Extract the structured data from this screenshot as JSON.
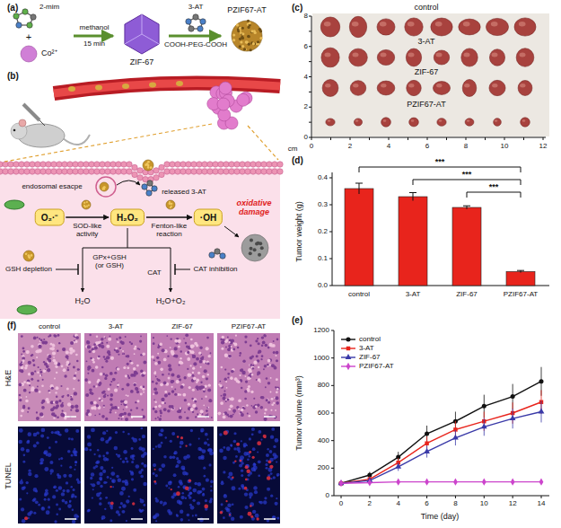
{
  "diagram": {
    "nodes": [
      {
        "text": [
          "O₂·⁻"
        ]
      },
      {
        "text": [
          "H₂O₂"
        ]
      },
      {
        "text": [
          "·OH"
        ]
      }
    ],
    "edges": [
      {
        "from": 0,
        "to": 1,
        "label": "SOD-like activity",
        "arrow": "to"
      },
      {
        "from": 1,
        "to": 2,
        "label": "Fenton-like reaction",
        "arrow": "to"
      }
    ],
    "labels": [
      "(a)",
      "2-mim",
      "+",
      "Co²⁺",
      "methanol",
      "15 min",
      "ZIF-67",
      "3-AT",
      "COOH-PEG-COOH",
      "PZIF67-AT",
      "(b)",
      "endosomal esacpe",
      "released 3-AT",
      "oxidative damage",
      "GSH depletion",
      "GPx+GSH (or GSH)",
      "CAT",
      "CAT inhibition",
      "H₂O",
      "H₂O+O₂",
      "(c)",
      "control",
      "3-AT",
      "ZIF-67",
      "PZIF67-AT",
      "cm",
      "0",
      "2",
      "4",
      "6",
      "8",
      "0",
      "2",
      "4",
      "6",
      "8",
      "10",
      "12",
      "(d)",
      "Tumor weight (g)",
      "0.0",
      "0.1",
      "0.2",
      "0.3",
      "0.4",
      "control",
      "3-AT",
      "ZIF-67",
      "PZIF67-AT",
      "***",
      "***",
      "***",
      "(e)",
      "Tumor volume (mm³)",
      "0",
      "200",
      "400",
      "600",
      "800",
      "1000",
      "1200",
      "0",
      "2",
      "4",
      "6",
      "8",
      "10",
      "12",
      "14",
      "Time (day)",
      "(f)",
      "control",
      "3-AT",
      "ZIF-67",
      "PZIF67-AT",
      "H&E",
      "TUNEL"
    ],
    "legend": [
      {
        "text": "control"
      },
      {
        "text": "3-AT"
      },
      {
        "text": "ZIF-67"
      },
      {
        "text": "PZIF67-AT"
      }
    ]
  }
}
